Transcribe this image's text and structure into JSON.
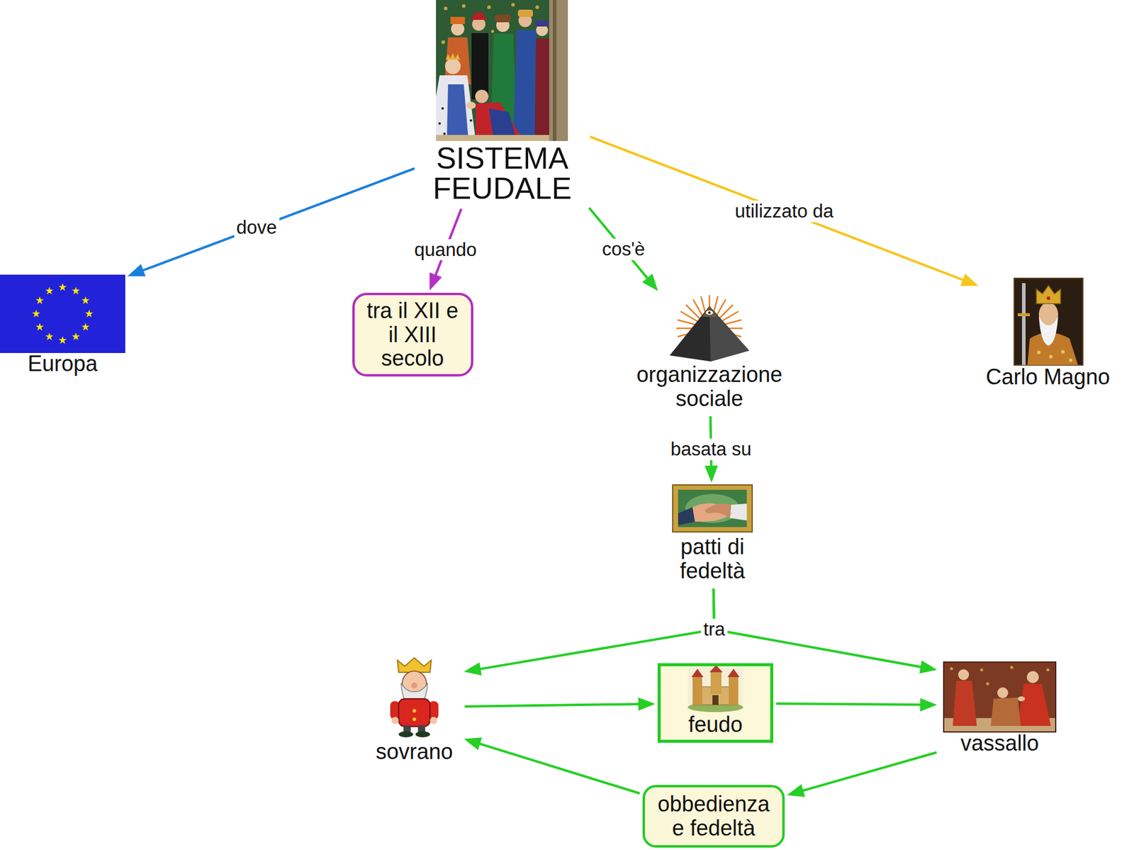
{
  "diagram": {
    "nodes": [
      {
        "text": [
          "SISTEMA FEUDALE"
        ]
      },
      {
        "text": [
          "Europa"
        ]
      },
      {
        "text": [
          "tra il XII e il XIII secolo"
        ]
      },
      {
        "text": [
          "organizzazione sociale"
        ]
      },
      {
        "text": [
          "Carlo Magno"
        ]
      },
      {
        "text": [
          "patti di fedeltà"
        ]
      },
      {
        "text": [
          "sovrano"
        ]
      },
      {
        "text": [
          "feudo"
        ]
      },
      {
        "text": [
          "vassallo"
        ]
      },
      {
        "text": [
          "obbedienza e fedeltà"
        ]
      }
    ],
    "edges": [
      {
        "from": 0,
        "to": 1,
        "label": "dove",
        "arrow": "to"
      },
      {
        "from": 0,
        "to": 2,
        "label": "quando",
        "arrow": "to"
      },
      {
        "from": 0,
        "to": 3,
        "label": "cos'è",
        "arrow": "to"
      },
      {
        "from": 0,
        "to": 4,
        "label": "utilizzato da",
        "arrow": "to"
      },
      {
        "from": 3,
        "to": 5,
        "label": "basata su",
        "arrow": "to"
      },
      {
        "from": 5,
        "to": 6,
        "label": "tra",
        "arrow": "to"
      },
      {
        "from": 5,
        "to": 8,
        "arrow": "to"
      },
      {
        "from": 6,
        "to": 7,
        "arrow": "to"
      },
      {
        "from": 7,
        "to": 8,
        "arrow": "to"
      },
      {
        "from": 8,
        "to": 9,
        "arrow": "to"
      },
      {
        "from": 9,
        "to": 6,
        "arrow": "to"
      }
    ]
  }
}
